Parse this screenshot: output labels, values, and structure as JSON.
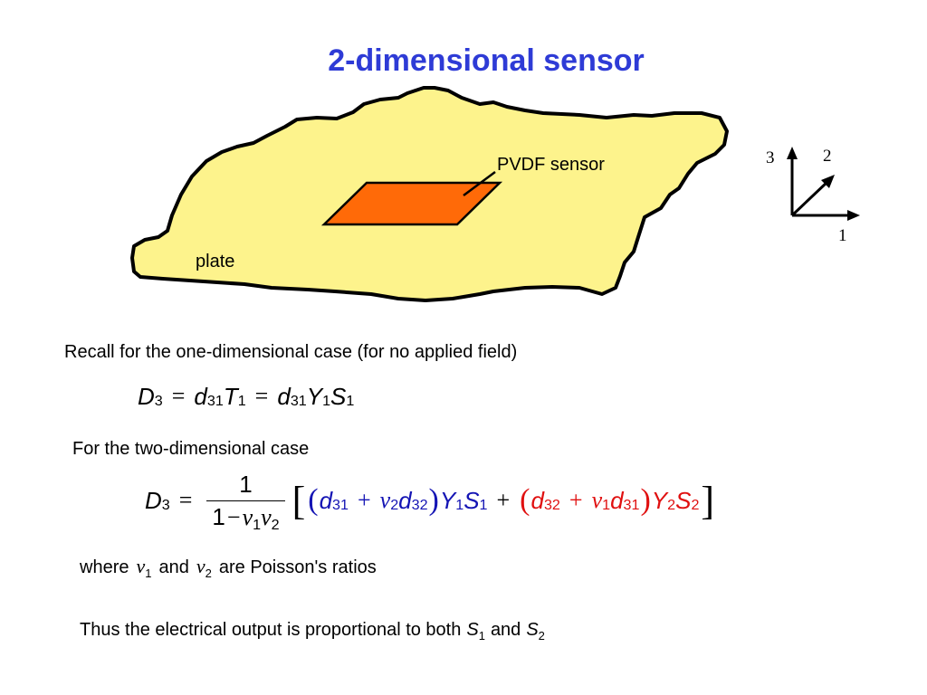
{
  "title": "2-dimensional sensor",
  "diagram": {
    "sensor_label": "PVDF sensor",
    "plate_label": "plate",
    "axis_labels": {
      "axis1": "1",
      "axis2": "2",
      "axis3": "3"
    },
    "colors": {
      "plate": "#fdf38c",
      "sensor": "#ff6a08",
      "outline": "#000000"
    }
  },
  "text": {
    "recall": "Recall for the one-dimensional case (for no applied field)",
    "two_dim": "For the two-dimensional case",
    "where_prefix": "where",
    "where_and": "and",
    "where_suffix": "are Poisson's ratios",
    "thus_prefix": "Thus the electrical output is proportional to both",
    "thus_and": "and"
  },
  "math": {
    "D": "D",
    "d": "d",
    "T": "T",
    "Y": "Y",
    "S": "S",
    "nu": "ν",
    "sub1": "1",
    "sub2": "2",
    "sub3": "3",
    "sub31": "31",
    "sub32": "32",
    "eq": "=",
    "plus": "+",
    "minus": "−",
    "one": "1",
    "lparen": "(",
    "rparen": ")",
    "lbracket": "[",
    "rbracket": "]"
  },
  "colors": {
    "title": "#2e3bd6",
    "red_term": "#e01010",
    "blue_term": "#1414b4"
  }
}
